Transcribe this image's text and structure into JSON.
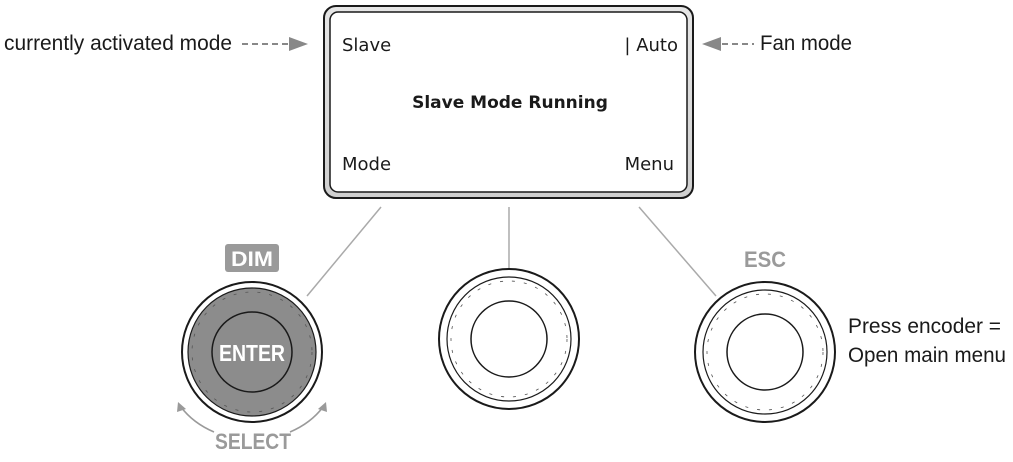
{
  "annotations": {
    "current_mode": "currently activated mode",
    "fan_mode": "Fan mode",
    "press_encoder_line1": "Press encoder =",
    "press_encoder_line2": "Open main menu"
  },
  "display": {
    "top_left": "Slave",
    "top_right": "| Auto",
    "center": "Slave Mode Running",
    "bottom_left": "Mode",
    "bottom_right": "Menu"
  },
  "controls": {
    "left": {
      "badge": "DIM",
      "center_label": "ENTER",
      "below_label": "SELECT"
    },
    "middle": {},
    "right": {
      "label": "ESC"
    }
  },
  "colors": {
    "badge_bg": "#9a9a9a",
    "enter_knob": "#8c8c8c",
    "label_gray": "#9a9a9a",
    "outline": "#1a1a1a",
    "leader_line": "#aaaaaa",
    "arrow_gray": "#888888"
  }
}
